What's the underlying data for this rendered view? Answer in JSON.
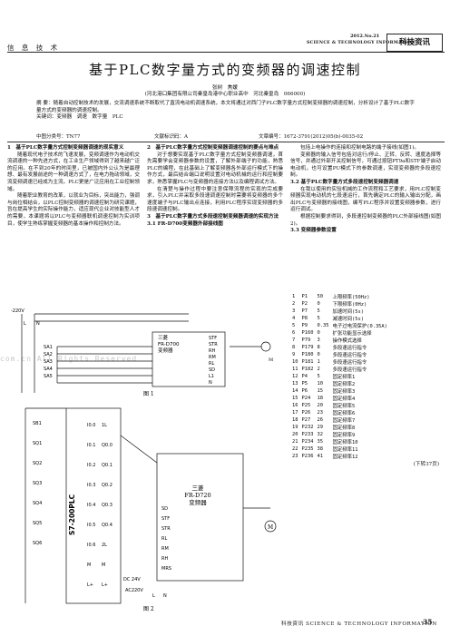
{
  "header": {
    "left": "信 息 技 术",
    "year_issue": "2012.No.21",
    "journal_en": "SCIENCE & TECHNOLOGY INFORMATION",
    "badge": "科技资讯"
  },
  "title": "基于PLC数字量方式的变频器的调速控制",
  "authors": "张树　焦媛",
  "affiliation": "(河北港口集团有限公司秦皇岛港中心职业高中　河北秦皇岛　066000)",
  "abstract": "摘  要：随着自动控制技术的发展，交流调速系统不断取代了直流电动机调速系统，本文将通过对西门子PLC数字量方式控制变频器的调速控制，分析设计了基于PLC数字量方式的变频器的调速控制。",
  "keywords": "关键词：变频器　调速　数字量　PLC",
  "meta": {
    "clc": "中图分类号：TN77",
    "doc_code": "文献标识码：A",
    "article_no": "文章编号：1672-3791(2012)05(b)-0035-02"
  },
  "col1": [
    {
      "type": "h",
      "text": "1　基于PLC数字量方式控制变频器调速的现实意义"
    },
    {
      "type": "p",
      "text": "随着现代电子技术的飞速发展，变频调速作为电动机交流调速的一种先进方式，在工业生产领域得到了越来越广泛的应用。在不到20年的时间里，已被国内外公认为是最理想、最有发展前途的一种调速方式了，在电力拖动领域，交流变频调速已经成为主流，PLC更是广泛应用在工业控制领域。"
    },
    {
      "type": "p",
      "text": "随着职业教育的改革，以就业为目标，突出能力，强调与岗位相结合，以PLC控制变频器的调速控制为研究课题，旨在提高学生的实际操作能力，适应现代企业对技能型人才的需要，本课题将以PLC与变频器联机调速控制为实训项目，使学生熟练掌握变频器的基本操作和控制方法。"
    }
  ],
  "col2": [
    {
      "type": "h",
      "text": "2　基于PLC数字量方式控制变频器调速控制的要点与难点"
    },
    {
      "type": "p",
      "text": "对于想要实现基于PLC数字量方式控制变频器调速，首先需要学会变频器参数的设置，了解外部端子的功能，熟悉PLC的编程，在此基础上了解变频器各外部运行模式下的操作方式，最后结合端口说明设置对电动机械的运行和控制要求，熟悉掌握PLC与变频器的连接方法以及编程调试方法。"
    },
    {
      "type": "p",
      "text": "在清楚与操作过程中要注意保障流程的实现的完成要求，引入PLC并采取多段速调速控制时需要将变频器的多个速度端子与PLC输出点连接，利用PLC程序实现变频器的多段速调速控制。"
    },
    {
      "type": "h",
      "text": "3　基于PLC数字量方式多段速控制变频器调速的实现方法"
    },
    {
      "type": "h",
      "text": "3.1 FR-D700变频器外部接线图"
    }
  ],
  "col3": [
    {
      "type": "p",
      "text": "包括上电操作的连接和控制电路的端子接线(如图1)。"
    },
    {
      "type": "p",
      "text": "变频器的输入信号包括对运行/停止、正转、反转、速度选择等信号，并通过外部开关控制信号，可通过按钮PT9a和STF端子启动电动机，也可设置PU模式下的参数调速，实现变频器的多段速控制。"
    },
    {
      "type": "h",
      "text": "3.2 基于PLC数字量方式多段速控制变频器调速"
    },
    {
      "type": "p",
      "text": "在我以使用的实验机械的工作流程和工艺要求，用PLC控制变频器实现电动机的七段速运行，首先确定PLC的输入输出分配，画出PLC与变频器的接线图，编写PLC程序并设置变频器参数，进行运行调试。"
    },
    {
      "type": "p",
      "text": "根据控制要求得到，多段速控制变频器的PLC外部接线图(如图2)。"
    },
    {
      "type": "h",
      "text": "3.3 变频器参数设置"
    }
  ],
  "params": [
    [
      "1",
      "P1",
      "50",
      "上限频率(50Hz)"
    ],
    [
      "2",
      "P2",
      "0",
      "下限频率(0Hz)"
    ],
    [
      "3",
      "P7",
      "5",
      "加速时间(5s)"
    ],
    [
      "4",
      "P8",
      "5",
      "减速时间(5s)"
    ],
    [
      "5",
      "P9",
      "0.35",
      "电子过电流保护(0.35A)"
    ],
    [
      "6",
      "P160",
      "0",
      "扩张功能显示选择"
    ],
    [
      "7",
      "P79",
      "3",
      "操作模式选择"
    ],
    [
      "8",
      "P179",
      "8",
      "多段速运行指令"
    ],
    [
      "9",
      "P180",
      "0",
      "多段速运行指令"
    ],
    [
      "10",
      "P181",
      "1",
      "多段速运行指令"
    ],
    [
      "11",
      "P182",
      "2",
      "多段速运行指令"
    ],
    [
      "12",
      "P4",
      "5",
      "固定频率1"
    ],
    [
      "13",
      "P5",
      "10",
      "固定频率2"
    ],
    [
      "14",
      "P6",
      "15",
      "固定频率3"
    ],
    [
      "15",
      "P24",
      "18",
      "固定频率4"
    ],
    [
      "16",
      "P25",
      "20",
      "固定频率5"
    ],
    [
      "17",
      "P26",
      "23",
      "固定频率6"
    ],
    [
      "18",
      "P27",
      "26",
      "固定频率7"
    ],
    [
      "19",
      "P232",
      "29",
      "固定频率8"
    ],
    [
      "20",
      "P233",
      "32",
      "固定频率9"
    ],
    [
      "21",
      "P234",
      "35",
      "固定频率10"
    ],
    [
      "22",
      "P235",
      "38",
      "固定频率11"
    ],
    [
      "23",
      "P236",
      "41",
      "固定频率12"
    ]
  ],
  "continued": "(下转37页)",
  "fig1": {
    "caption": "图 1",
    "voltage": "-220V",
    "inverter_label": "三菱\nFR-D700\n变频器",
    "ports": [
      "STF",
      "STR",
      "RH",
      "RM",
      "RL",
      "SD",
      "L1",
      "N"
    ],
    "switches": [
      "SA1",
      "SA2",
      "SA3",
      "SA4",
      "SA5"
    ],
    "bus": [
      "L",
      "N"
    ]
  },
  "fig2": {
    "caption": "图 2",
    "plc_label": "S7-200PLC",
    "inverter_label": "三菱\nFR-D720\n变频器",
    "inputs": [
      "SB1",
      "SQ1",
      "SQ2",
      "SQ3",
      "SQ4",
      "SQ5",
      "SQ6"
    ],
    "plc_in": [
      "I0.0",
      "I0.1",
      "I0.2",
      "I0.3",
      "I0.4",
      "I0.5",
      "I0.6",
      "M",
      "L+"
    ],
    "plc_out": [
      "1L",
      "Q0.0",
      "Q0.1",
      "Q0.2",
      "Q0.3",
      "Q0.4",
      "2L",
      "M",
      "L+"
    ],
    "inv_ports": [
      "SD",
      "STF",
      "STR",
      "RL",
      "RM",
      "RH",
      "MRS"
    ],
    "supply": [
      "DC 24V",
      "AC220V",
      "L",
      "N"
    ],
    "motor": "M"
  },
  "watermark": "com.cn All Rights Reserved",
  "footer": "科技资讯 SCIENCE & TECHNOLOGY INFORMATION",
  "page_number": "35"
}
